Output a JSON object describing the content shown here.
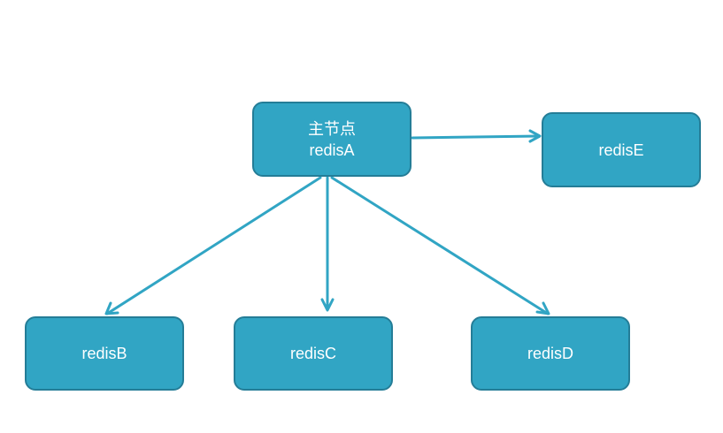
{
  "diagram": {
    "master": {
      "title": "主节点",
      "name": "redisA"
    },
    "replicas": {
      "e": {
        "name": "redisE"
      },
      "b": {
        "name": "redisB"
      },
      "c": {
        "name": "redisC"
      },
      "d": {
        "name": "redisD"
      }
    },
    "colors": {
      "node_fill": "#31a5c4",
      "node_border": "#247d97",
      "arrow": "#31a5c4",
      "text": "#ffffff"
    }
  }
}
